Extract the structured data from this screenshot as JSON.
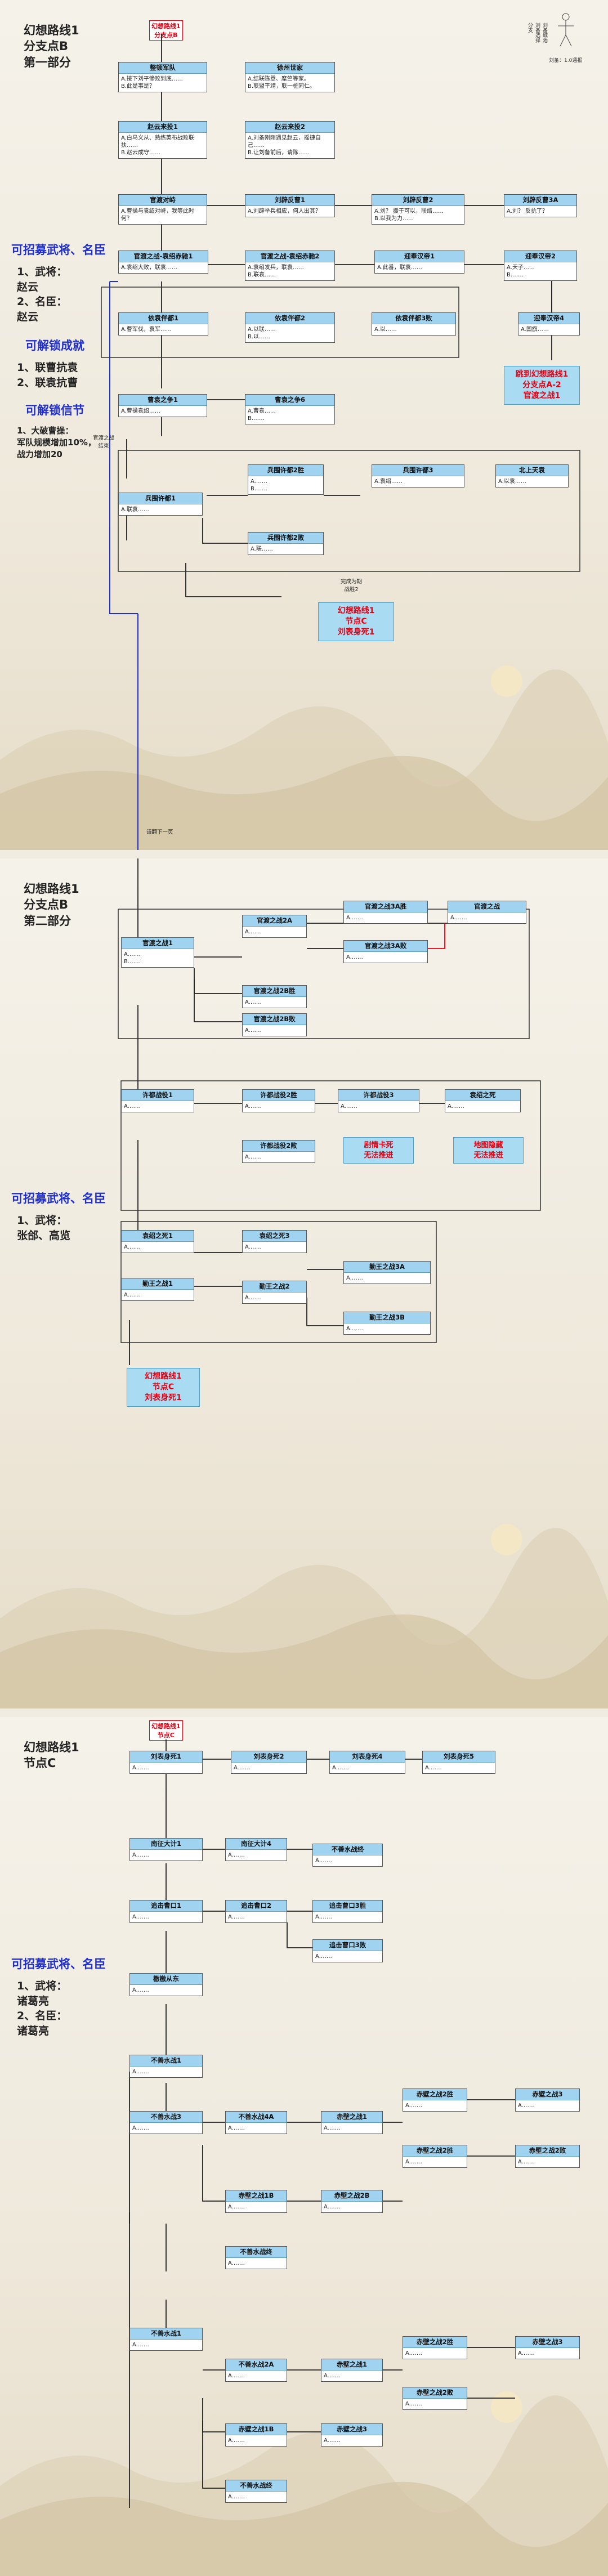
{
  "panel1": {
    "title": "幻想路线1\n分支点B\n第一部分",
    "start_tag": "幻想路线1\n分支点B",
    "legend": "刘备城池\n刘备选择\n分支",
    "legend2": "刘备：1.0通报",
    "side_recruit": "可招募武将、名臣",
    "side_recruit_body": "1、武将：\n赵云\n2、名臣：\n赵云",
    "side_unlock1": "可解锁成就",
    "side_unlock1_body": "1、联曹抗袁\n2、联袁抗曹",
    "side_unlock2": "可解锁信节",
    "side_unlock2_body": "1、大破曹操：\n军队规模增加10%，\n战力增加20",
    "nodes": [
      {
        "h": "整顿军队",
        "b": "A.接下刘平惨败到底……\nB.此是事是？"
      },
      {
        "h": "徐州世家",
        "b": "A.结联陈登、糜竺等家。\nB.联盟平靖，联一桩同仁。"
      },
      {
        "h": "赵云来投1",
        "b": "A.白马义从、熟练英布战败联扶……\nB.赵云成守……"
      },
      {
        "h": "赵云来投2",
        "b": "A.刘备刚刚遇见赵云，摇捷自己……\nB.让刘备前后，请陈……"
      },
      {
        "h": "官渡对峙",
        "b": "A.曹操与袁绍对峙，我等此时何？"
      },
      {
        "h": "刘辟反曹1",
        "b": "A.刘辟举兵相应，何人出其？"
      },
      {
        "h": "刘辟反曹2",
        "b": "A.刘？ 援于可以，联络……\nB.以我为力……"
      },
      {
        "h": "刘辟反曹3A",
        "b": "A.刘？ 反抗了？"
      },
      {
        "h": "官渡之战-袁绍赤驰1",
        "b": "A.袁绍大败，联袁……"
      },
      {
        "h": "官渡之战-袁绍赤驰2",
        "b": "A.袁绍发兵，联袁……\nB.联袁……"
      },
      {
        "h": "迎奉汉帝1",
        "b": "A.此番，联袁……"
      },
      {
        "h": "迎奉汉帝2",
        "b": "A.天子……\nB.……"
      },
      {
        "h": "依袁伴都1",
        "b": "A.曹军伐，袁军……"
      },
      {
        "h": "依袁伴都2",
        "b": "A.以联……\nB.以……"
      },
      {
        "h": "依袁伴都3败",
        "b": "A.以……"
      },
      {
        "h": "迎奉汉帝4",
        "b": "A.国旗……"
      },
      {
        "h": "曹袁之争1",
        "b": "A.曹操袁绍……"
      },
      {
        "h": "曹袁之争6",
        "b": "A.曹袁……\nB.……"
      },
      {
        "h": "兵围许都2胜",
        "b": "A.……\nB.……"
      },
      {
        "h": "兵围许都3",
        "b": "A.袁绍……"
      },
      {
        "h": "北上天袁",
        "b": "A.以袁……"
      },
      {
        "h": "兵围许都1",
        "b": "A.联袁……"
      },
      {
        "h": "兵围许都2败",
        "b": "A.联……"
      }
    ],
    "results": [
      "跳到幻想路线1\n分支点A-2\n官渡之战1",
      "幻想路线1\n节点C\n刘表身死1"
    ],
    "labels": [
      "官渡之战\n结束",
      "完成为期\n战胜2",
      "请翻下一页"
    ]
  },
  "panel2": {
    "title": "幻想路线1\n分支点B\n第二部分",
    "side_recruit": "可招募武将、名臣",
    "side_recruit_body": "1、武将：\n张郃、高览",
    "tags": [
      "剧情卡死\n无法推进",
      "地图隐藏\n无法推进"
    ],
    "nodes": [
      {
        "h": "官渡之战1",
        "b": "A.……\nB.……"
      },
      {
        "h": "官渡之战2A",
        "b": "A.……"
      },
      {
        "h": "官渡之战2B胜",
        "b": "A.……"
      },
      {
        "h": "官渡之战2B败",
        "b": "A.……"
      },
      {
        "h": "官渡之战3A胜",
        "b": "A.……"
      },
      {
        "h": "官渡之战3A败",
        "b": "A.……"
      },
      {
        "h": "官渡之战",
        "b": "A.……"
      },
      {
        "h": "许都战役1",
        "b": "A.……"
      },
      {
        "h": "许都战役2胜",
        "b": "A.……"
      },
      {
        "h": "许都战役2败",
        "b": "A.……"
      },
      {
        "h": "许都战役3",
        "b": "A.……"
      },
      {
        "h": "袁绍之死",
        "b": "A.……"
      },
      {
        "h": "袁绍之死1",
        "b": "A.……"
      },
      {
        "h": "袁绍之死3",
        "b": "A.……"
      },
      {
        "h": "勤王之战1",
        "b": "A.……"
      },
      {
        "h": "勤王之战2",
        "b": "A.……"
      },
      {
        "h": "勤王之战3A",
        "b": "A.……"
      },
      {
        "h": "勤王之战3B",
        "b": "A.……"
      }
    ],
    "results": [
      "幻想路线1\n节点C\n刘表身死1"
    ]
  },
  "panel3": {
    "title": "幻想路线1\n节点C",
    "start_tag": "幻想路线1\n节点C",
    "side_recruit": "可招募武将、名臣",
    "side_recruit_body": "1、武将：\n诸葛亮\n2、名臣：\n诸葛亮",
    "nodes": [
      {
        "h": "刘表身死1",
        "b": "A.……"
      },
      {
        "h": "刘表身死2",
        "b": "A.……"
      },
      {
        "h": "刘表身死4",
        "b": "A.……"
      },
      {
        "h": "刘表身死5",
        "b": "A.……"
      },
      {
        "h": "南征大计1",
        "b": "A.……"
      },
      {
        "h": "南征大计4",
        "b": "A.……"
      },
      {
        "h": "不善水战终",
        "b": "A.……"
      },
      {
        "h": "追击曹口1",
        "b": "A.……"
      },
      {
        "h": "追击曹口2",
        "b": "A.……"
      },
      {
        "h": "追击曹口3胜",
        "b": "A.……"
      },
      {
        "h": "追击曹口3败",
        "b": "A.……"
      },
      {
        "h": "檄檄从东",
        "b": "A.……"
      },
      {
        "h": "不善水战1",
        "b": "A.……"
      },
      {
        "h": "不善水战3",
        "b": "A.……"
      },
      {
        "h": "不善水战4A",
        "b": "A.……"
      },
      {
        "h": "赤壁之战1",
        "b": "A.……"
      },
      {
        "h": "赤壁之战2胜",
        "b": "A.……"
      },
      {
        "h": "赤壁之战3",
        "b": "A.……"
      },
      {
        "h": "赤壁之战1B",
        "b": "A.……"
      },
      {
        "h": "赤壁之战2B",
        "b": "A.……"
      },
      {
        "h": "赤壁之战2胜",
        "b": "A.……"
      },
      {
        "h": "赤壁之战2败",
        "b": "A.……"
      },
      {
        "h": "不善水战终",
        "b": "A.……"
      },
      {
        "h": "不善水战1",
        "b": "A.……"
      },
      {
        "h": "不善水战2A",
        "b": "A.……"
      },
      {
        "h": "赤壁之战1",
        "b": "A.……"
      },
      {
        "h": "赤壁之战2胜",
        "b": "A.……"
      },
      {
        "h": "赤壁之战3",
        "b": "A.……"
      },
      {
        "h": "赤壁之战1B",
        "b": "A.……"
      },
      {
        "h": "赤壁之战2败",
        "b": "A.……"
      },
      {
        "h": "赤壁之战3",
        "b": "A.……"
      },
      {
        "h": "不善水战终",
        "b": "A.……"
      }
    ]
  },
  "colors": {
    "header": "#9fd3ef",
    "accent_red": "#e60012",
    "accent_blue": "#1f2fd0",
    "accent_pink": "#e0007a"
  }
}
